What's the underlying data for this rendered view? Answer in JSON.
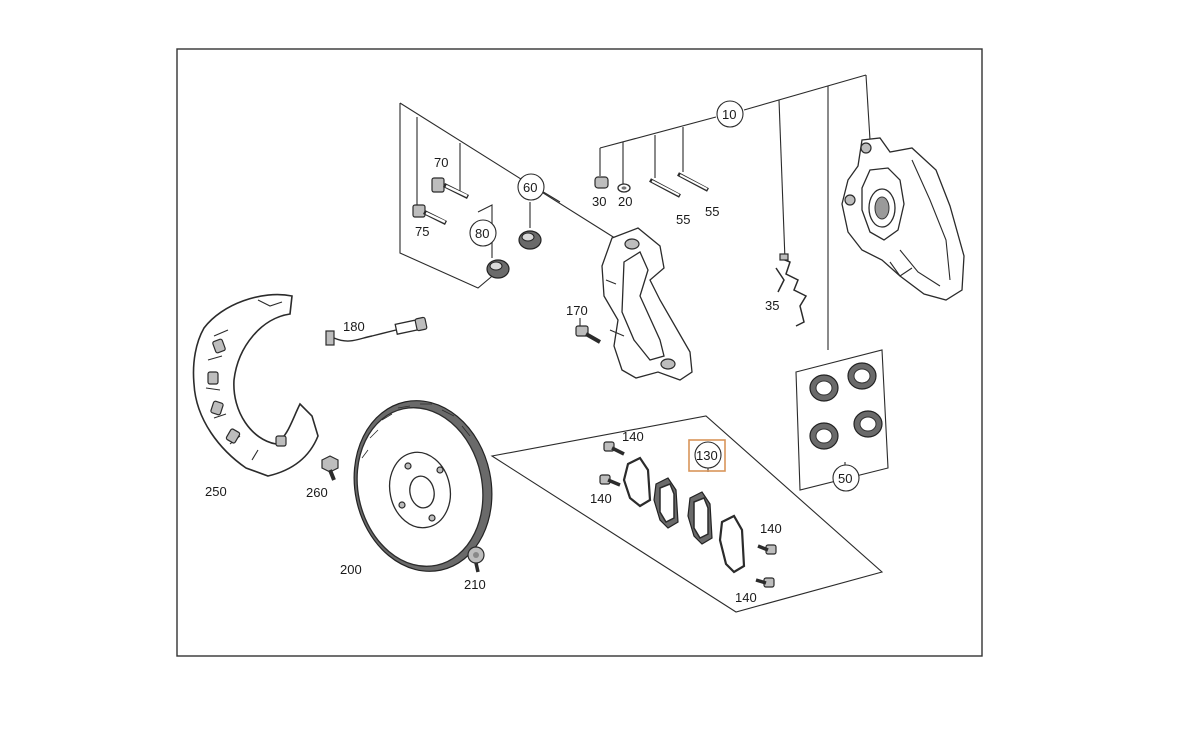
{
  "labels": {
    "l10": "10",
    "l20": "20",
    "l30": "30",
    "l35": "35",
    "l50": "50",
    "l55a": "55",
    "l55b": "55",
    "l60": "60",
    "l70": "70",
    "l75": "75",
    "l80": "80",
    "l130": "130",
    "l140a": "140",
    "l140b": "140",
    "l140c": "140",
    "l140d": "140",
    "l170": "170",
    "l180": "180",
    "l200": "200",
    "l210": "210",
    "l250": "250",
    "l260": "260"
  },
  "highlight_color": "#d9955a"
}
